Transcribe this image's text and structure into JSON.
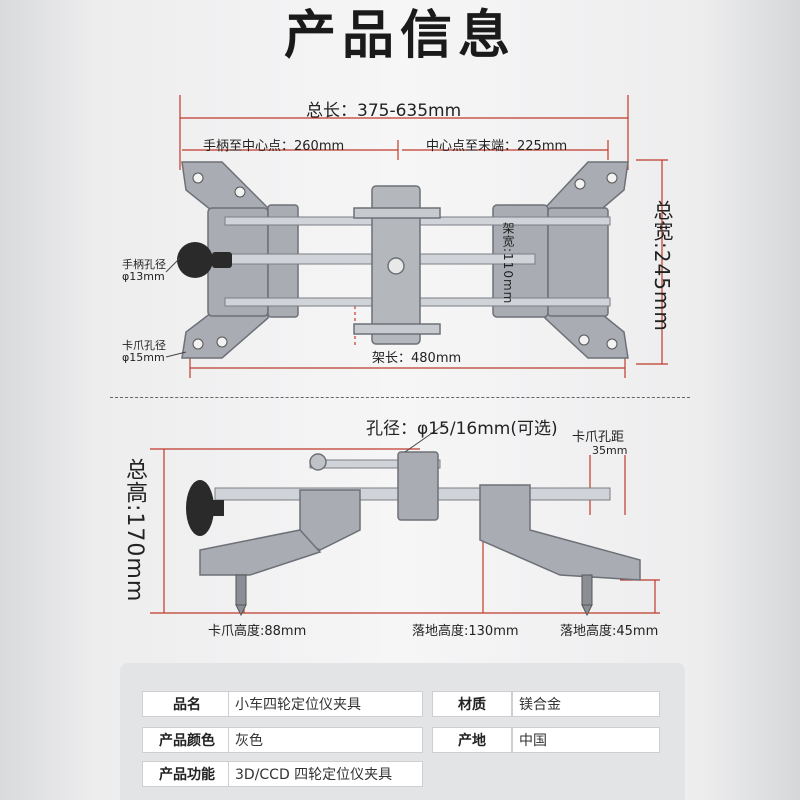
{
  "title": "产品信息",
  "top_view": {
    "total_length": "总长：375-635mm",
    "handle_to_center": "手柄至中心点：260mm",
    "center_to_end": "中心点至末端：225mm",
    "total_width": "总宽:245mm",
    "frame_width": "架宽:110mm",
    "frame_length": "架长：480mm",
    "handle_hole_label": "手柄孔径",
    "handle_hole_value": "φ13mm",
    "claw_hole_label": "卡爪孔径",
    "claw_hole_value": "φ15mm"
  },
  "side_view": {
    "hole_diameter": "孔径：φ15/16mm(可选)",
    "claw_spacing_label": "卡爪孔距",
    "claw_spacing_value": "35mm",
    "total_height": "总高:170mm",
    "claw_height": "卡爪高度:88mm",
    "ground_height_130": "落地高度:130mm",
    "ground_height_45": "落地高度:45mm"
  },
  "specs": [
    {
      "key": "品名",
      "value": "小车四轮定位仪夹具"
    },
    {
      "key": "材质",
      "value": "镁合金"
    },
    {
      "key": "产品颜色",
      "value": "灰色"
    },
    {
      "key": "产地",
      "value": "中国"
    },
    {
      "key": "产品功能",
      "value": "3D/CCD 四轮定位仪夹具"
    }
  ],
  "colors": {
    "dimension_line": "#c0392b",
    "clamp_body": "#a9adb3",
    "rod": "#d0d3d7",
    "knob": "#2a2a2a"
  }
}
